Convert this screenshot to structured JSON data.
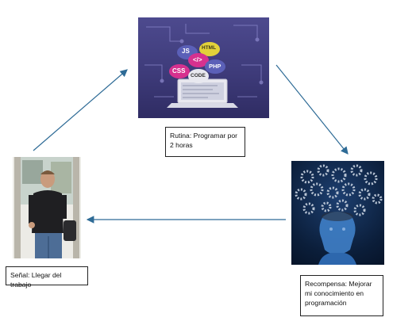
{
  "nodes": {
    "routine": {
      "label": "Rutina: Programar por 2 horas",
      "image": "laptop-code-illustration",
      "tags": [
        "JS",
        "HTML",
        "</>",
        "CSS",
        "PHP",
        "CODE"
      ]
    },
    "reward": {
      "label": "Recompensa: Mejorar mi conocimiento en programación",
      "image": "head-with-gears-illustration"
    },
    "cue": {
      "label": "Señal: Llegar del trabajo",
      "image": "man-entering-door-photo"
    }
  },
  "colors": {
    "arrow": "#2e6b96",
    "box_border": "#222222"
  }
}
